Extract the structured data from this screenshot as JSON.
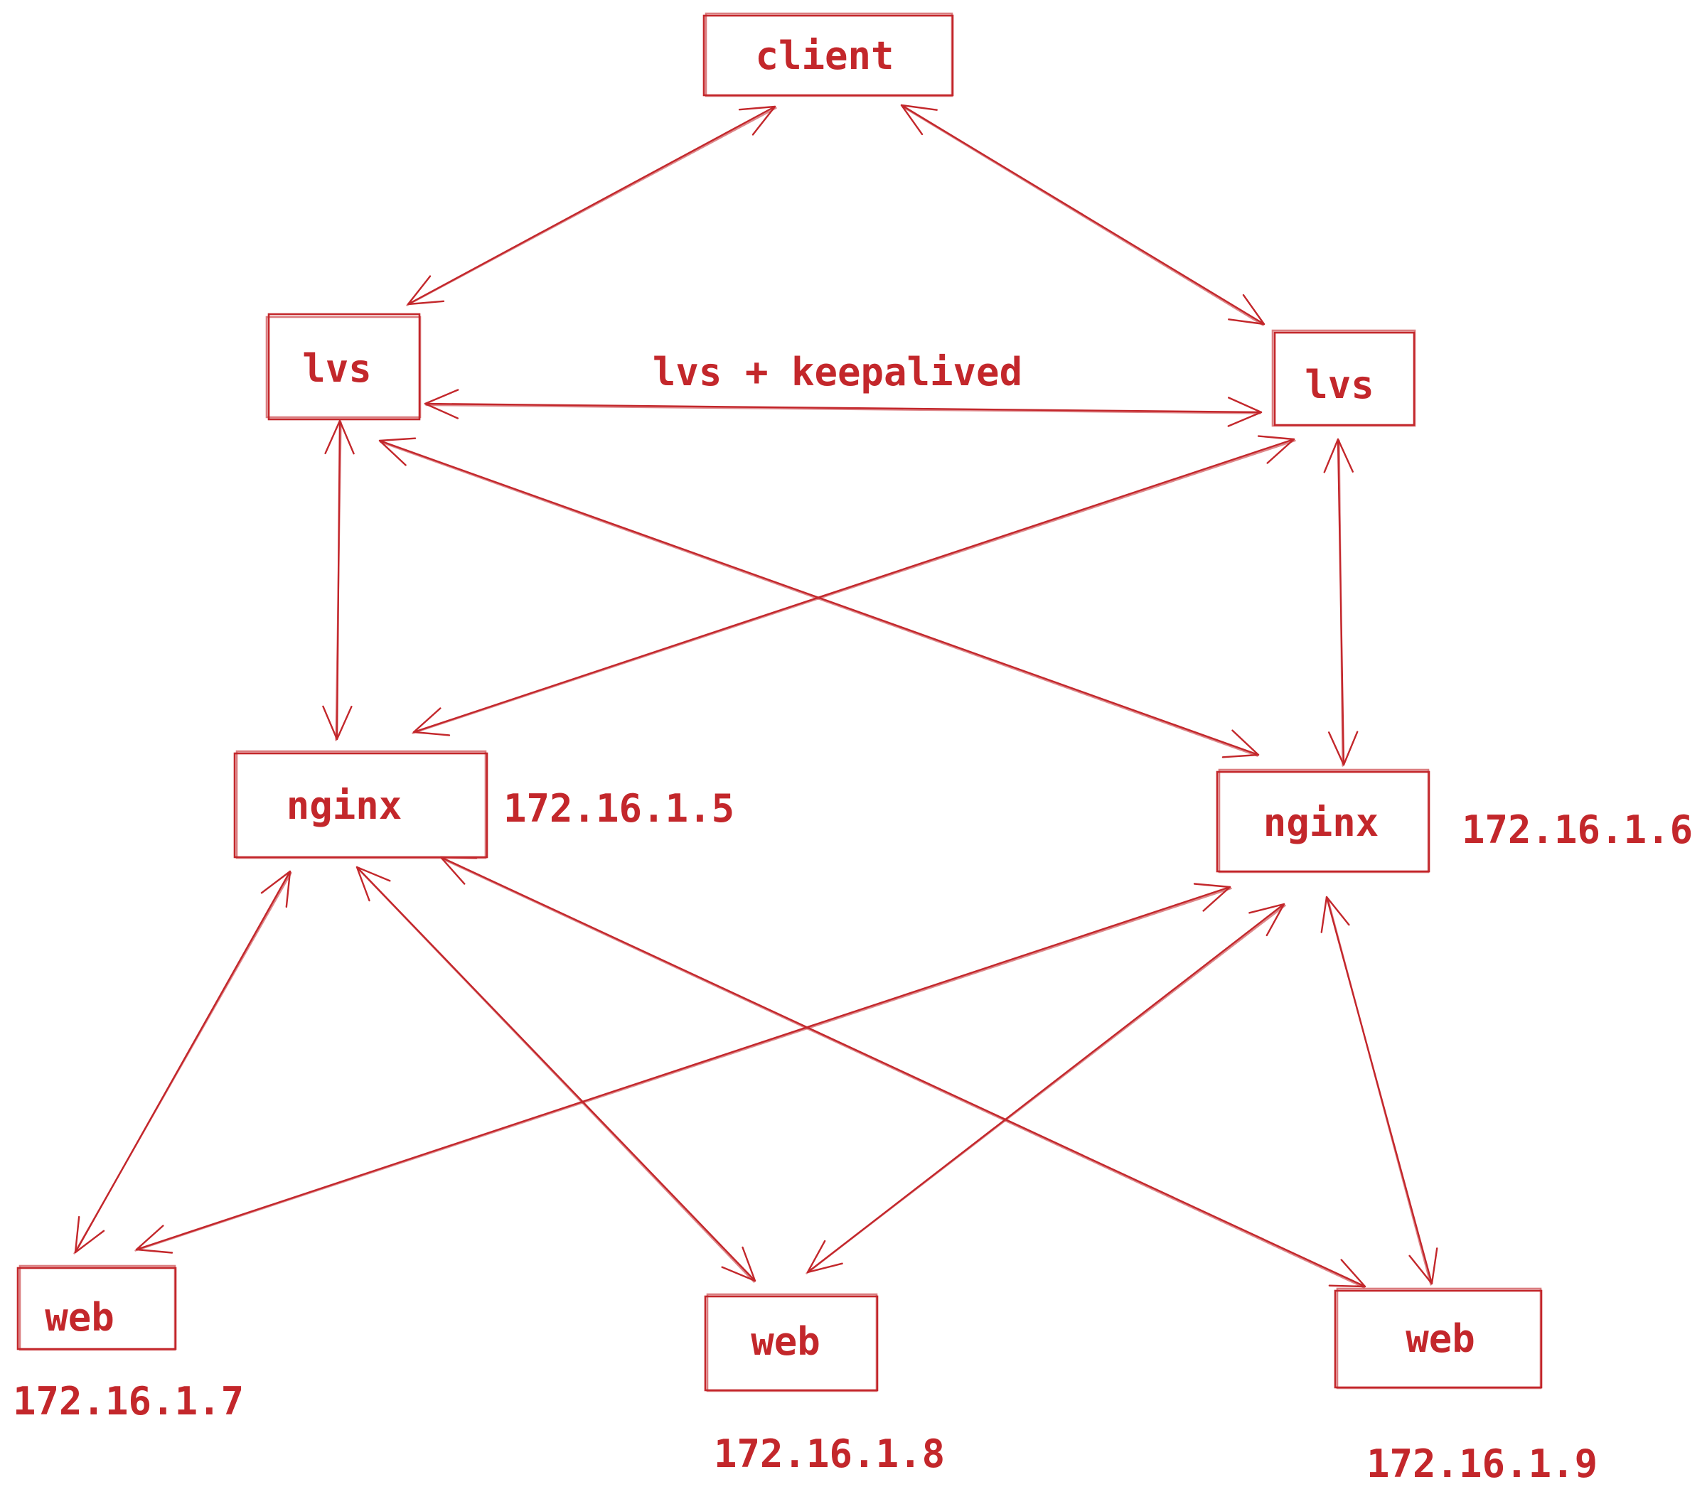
{
  "colors": {
    "ink": "#c3272b",
    "background": "#ffffff"
  },
  "nodes": {
    "client": {
      "label": "client"
    },
    "lvs_left": {
      "label": "lvs"
    },
    "lvs_right": {
      "label": "lvs"
    },
    "nginx_left": {
      "label": "nginx",
      "ip": "172.16.1.5"
    },
    "nginx_right": {
      "label": "nginx",
      "ip": "172.16.1.6"
    },
    "web_left": {
      "label": "web",
      "ip": "172.16.1.7"
    },
    "web_mid": {
      "label": "web",
      "ip": "172.16.1.8"
    },
    "web_right": {
      "label": "web",
      "ip": "172.16.1.9"
    }
  },
  "edges": [
    {
      "from": "client",
      "to": "lvs_left",
      "direction": "both"
    },
    {
      "from": "client",
      "to": "lvs_right",
      "direction": "both"
    },
    {
      "from": "lvs_left",
      "to": "lvs_right",
      "direction": "both",
      "label": "lvs + keepalived"
    },
    {
      "from": "lvs_left",
      "to": "nginx_left",
      "direction": "both"
    },
    {
      "from": "lvs_left",
      "to": "nginx_right",
      "direction": "both"
    },
    {
      "from": "lvs_right",
      "to": "nginx_left",
      "direction": "both"
    },
    {
      "from": "lvs_right",
      "to": "nginx_right",
      "direction": "both"
    },
    {
      "from": "nginx_left",
      "to": "web_left",
      "direction": "both"
    },
    {
      "from": "nginx_left",
      "to": "web_mid",
      "direction": "both"
    },
    {
      "from": "nginx_left",
      "to": "web_right",
      "direction": "both"
    },
    {
      "from": "nginx_right",
      "to": "web_left",
      "direction": "both"
    },
    {
      "from": "nginx_right",
      "to": "web_mid",
      "direction": "both"
    },
    {
      "from": "nginx_right",
      "to": "web_right",
      "direction": "both"
    }
  ]
}
